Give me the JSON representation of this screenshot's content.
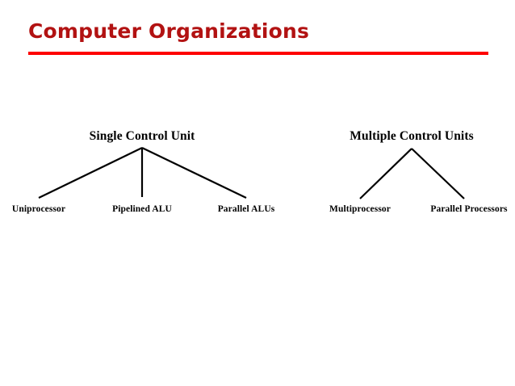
{
  "slide": {
    "title": "Computer Organizations",
    "title_color": "#B21212",
    "rule_color": "#FE0000",
    "background_color": "#FFFFFF",
    "text_color": "#000000"
  },
  "diagram": {
    "type": "tree",
    "trees": [
      {
        "root": "Single Control Unit",
        "leaves": [
          "Uniprocessor",
          "Pipelined ALU",
          "Parallel ALUs"
        ]
      },
      {
        "root": "Multiple Control Units",
        "leaves": [
          "Multiprocessor",
          "Parallel Processors"
        ]
      }
    ]
  }
}
